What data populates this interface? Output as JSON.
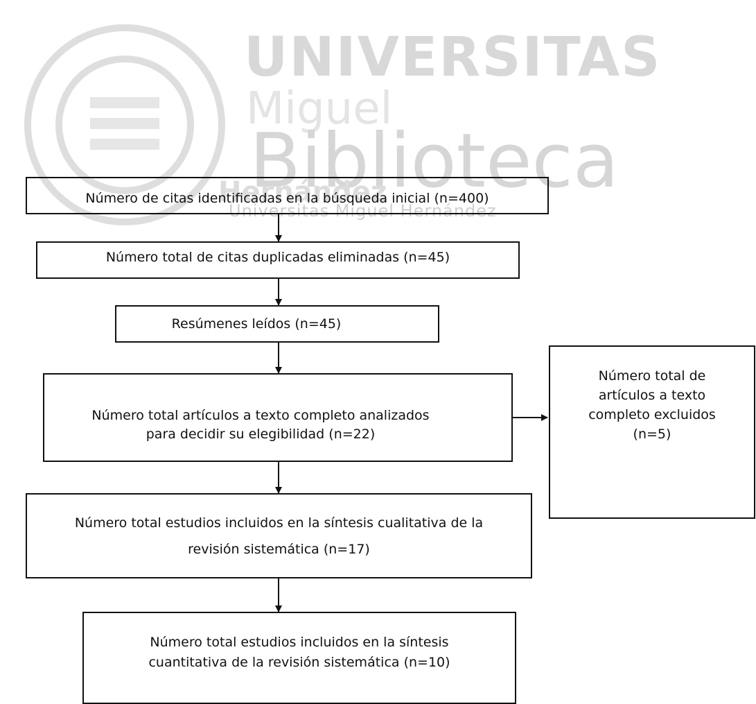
{
  "watermark": {
    "line1": "UNIVERSITAS",
    "line2": "Miguel",
    "line3": "Biblioteca",
    "line4": "Hernández",
    "line5": "Universitas Miguel Hernández"
  },
  "boxes": {
    "identified": "Número de citas identificadas en la búsqueda inicial (n=400)",
    "duplicates": "Número total de citas duplicadas eliminadas (n=45)",
    "abstracts": "Resúmenes leídos (n=45)",
    "fulltext": "Número total artículos a texto completo analizados\npara decidir su elegibilidad (n=22)",
    "excluded": "Número total de\nartículos a texto\ncompleto excluidos\n(n=5)",
    "qualitative": "Número total estudios incluidos en la síntesis cualitativa de la\nrevisión sistemática (n=17)",
    "quantitative": "Número total estudios incluidos en la síntesis\ncuantitativa de la revisión sistemática (n=10)"
  },
  "colors": {
    "line": "#111111",
    "watermark": "#d8d8d8"
  }
}
